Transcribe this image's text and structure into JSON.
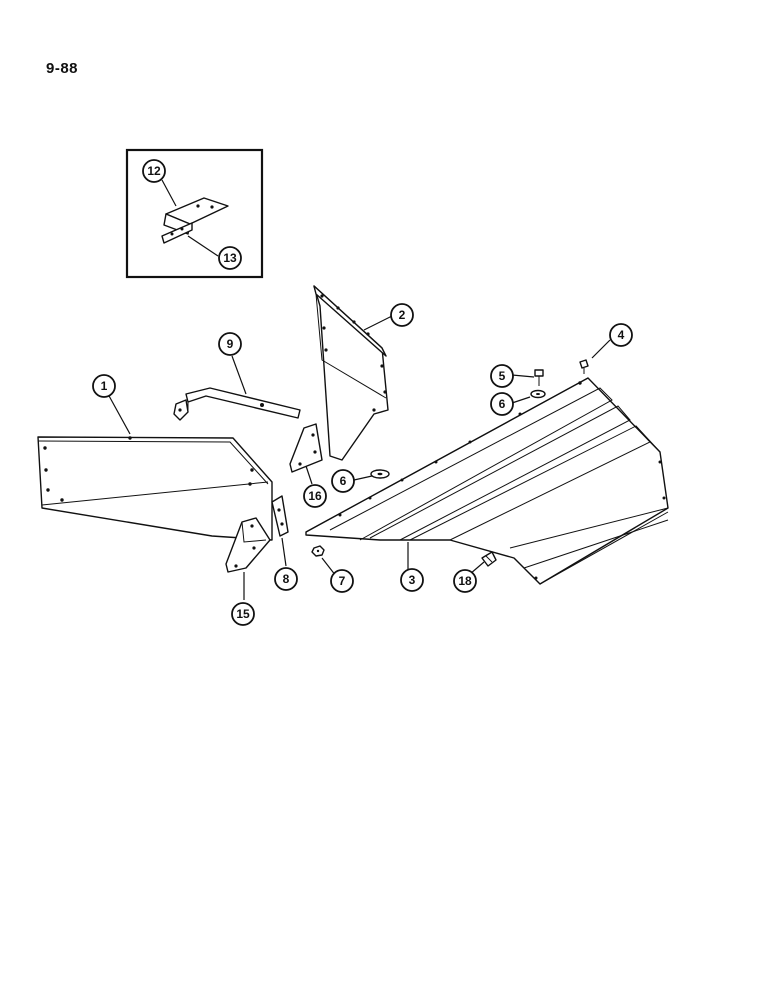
{
  "page_number": "9-88",
  "callouts": [
    {
      "id": "c12",
      "label": "12"
    },
    {
      "id": "c13",
      "label": "13"
    },
    {
      "id": "c1",
      "label": "1"
    },
    {
      "id": "c2",
      "label": "2"
    },
    {
      "id": "c3",
      "label": "3"
    },
    {
      "id": "c4",
      "label": "4"
    },
    {
      "id": "c5",
      "label": "5"
    },
    {
      "id": "c6a",
      "label": "6"
    },
    {
      "id": "c6b",
      "label": "6"
    },
    {
      "id": "c7",
      "label": "7"
    },
    {
      "id": "c8",
      "label": "8"
    },
    {
      "id": "c9",
      "label": "9"
    },
    {
      "id": "c15",
      "label": "15"
    },
    {
      "id": "c16",
      "label": "16"
    },
    {
      "id": "c18",
      "label": "18"
    }
  ]
}
